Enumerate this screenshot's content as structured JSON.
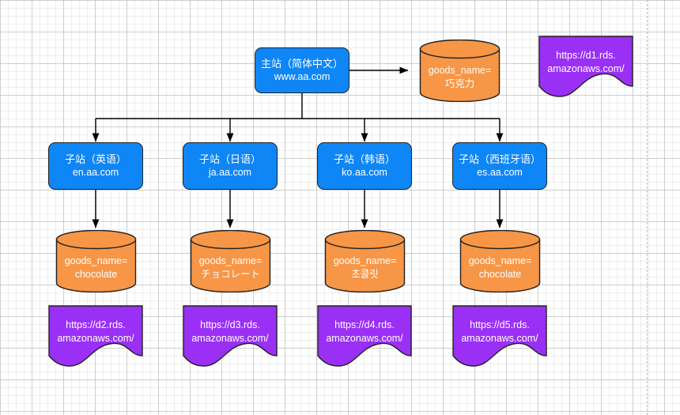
{
  "diagram": {
    "title": "multilingual-site-database-architecture",
    "colors": {
      "node_blue": "#0f86f5",
      "database_orange": "#f79646",
      "document_purple": "#9a30f5",
      "stroke": "#222222",
      "text_white": "#ffffff",
      "grid_line": "#c8c8c8",
      "page_break": "#b9b9b9"
    },
    "main_site": {
      "line1": "主站（简体中文）",
      "line2": "www.aa.com"
    },
    "main_database": {
      "line1": "goods_name=",
      "line2": "巧克力"
    },
    "main_document": {
      "line1": "https://d1.rds.",
      "line2": "amazonaws.com/"
    },
    "sub_sites": [
      {
        "line1": "子站（英语）",
        "line2": "en.aa.com"
      },
      {
        "line1": "子站（日语）",
        "line2": "ja.aa.com"
      },
      {
        "line1": "子站（韩语）",
        "line2": "ko.aa.com"
      },
      {
        "line1": "子站（西班牙语）",
        "line2": "es.aa.com"
      }
    ],
    "sub_databases": [
      {
        "line1": "goods_name=",
        "line2": "chocolate"
      },
      {
        "line1": "goods_name=",
        "line2": "チョコレート"
      },
      {
        "line1": "goods_name=",
        "line2": "초콜릿"
      },
      {
        "line1": "goods_name=",
        "line2": "chocolate"
      }
    ],
    "sub_documents": [
      {
        "line1": "https://d2.rds.",
        "line2": "amazonaws.com/"
      },
      {
        "line1": "https://d3.rds.",
        "line2": "amazonaws.com/"
      },
      {
        "line1": "https://d4.rds.",
        "line2": "amazonaws.com/"
      },
      {
        "line1": "https://d5.rds.",
        "line2": "amazonaws.com/"
      }
    ]
  }
}
